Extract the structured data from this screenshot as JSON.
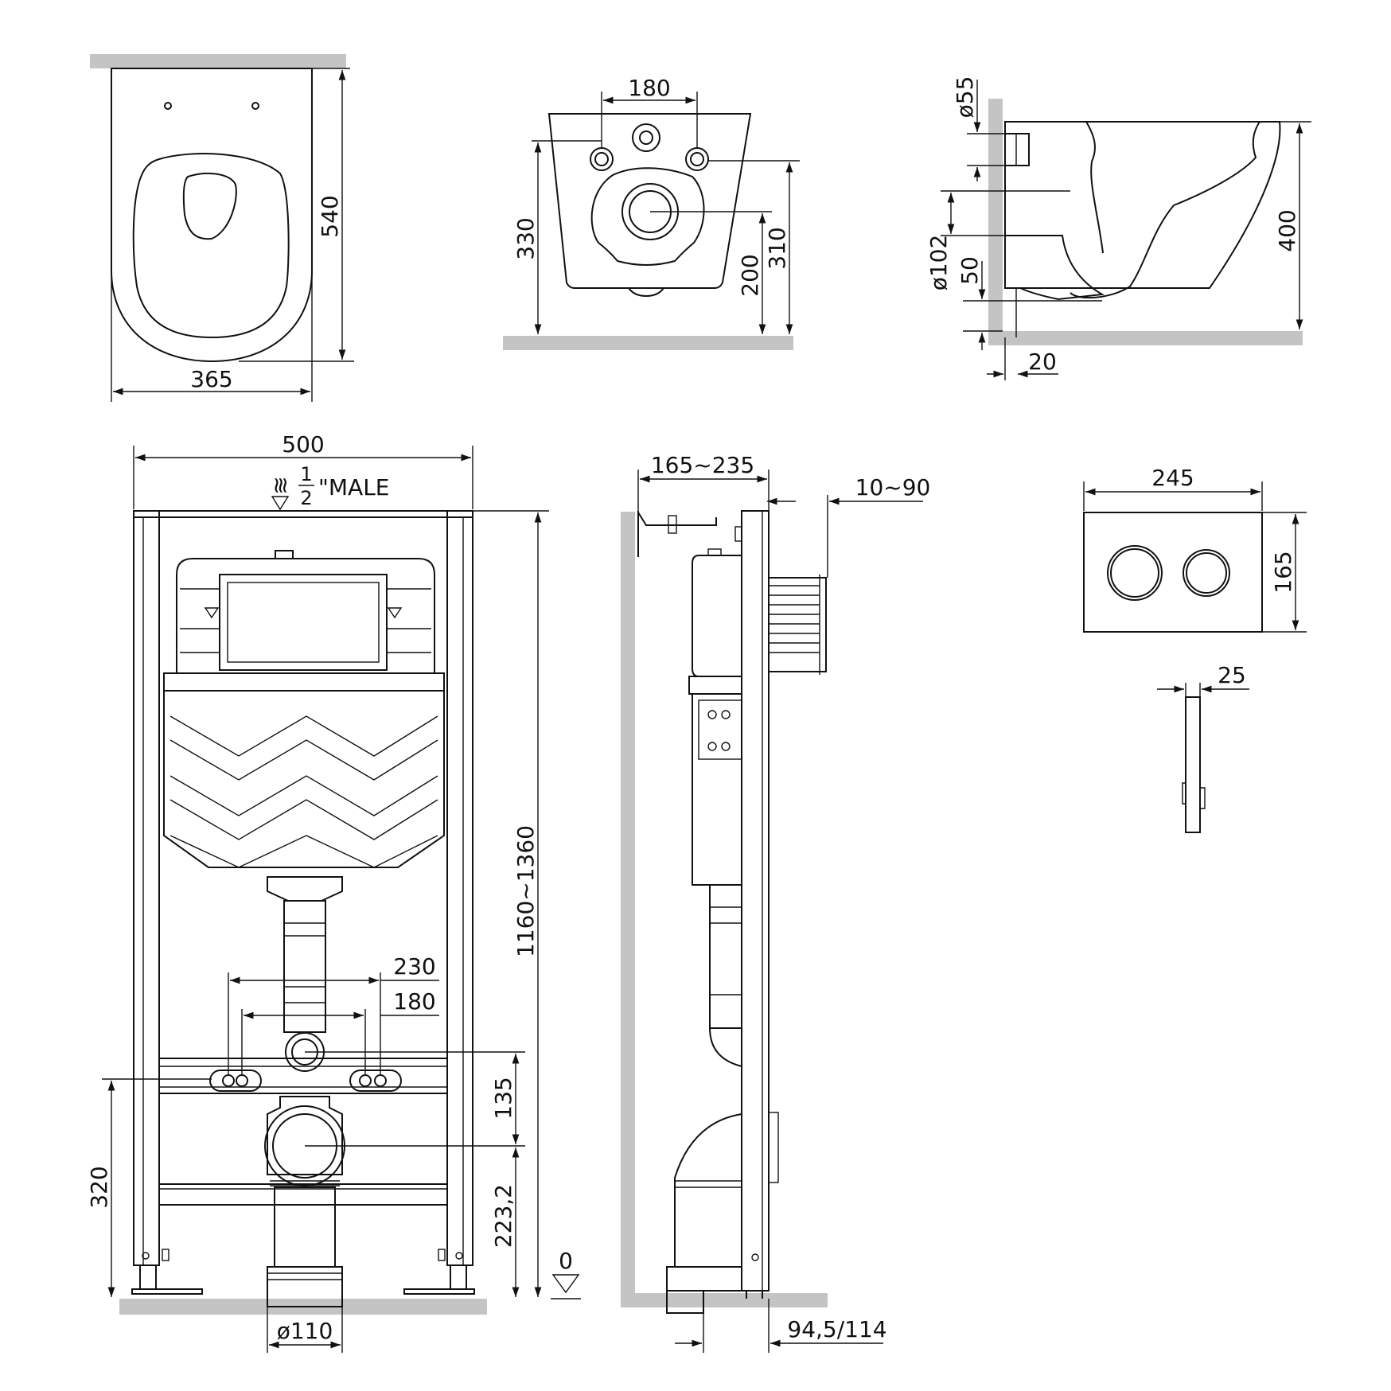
{
  "views": {
    "bowl_top": {
      "width": "365",
      "depth": "540"
    },
    "bowl_front": {
      "fixing_distance": "180",
      "fixing_height": "330",
      "outlet_height": "200",
      "height": "310"
    },
    "bowl_side": {
      "inlet_diameter": "ø55",
      "outlet_diameter": "ø102",
      "outlet_offset": "50",
      "wall_gap": "20",
      "height": "400"
    },
    "frame_front": {
      "width": "500",
      "supply_symbol": "≋",
      "supply_fraction_num": "1",
      "supply_fraction_den": "2",
      "supply_label": "\"MALE",
      "height_range": "1160~1360",
      "stud_spacing_outer": "230",
      "stud_spacing_inner": "180",
      "stud_to_outlet": "135",
      "outlet_height": "223,2",
      "stud_height": "320",
      "level_zero": "0",
      "drain_diameter": "ø110"
    },
    "frame_side": {
      "depth_range": "165~235",
      "wall_offset": "10~90",
      "drain_offset": "94,5/114"
    },
    "flush_plate": {
      "width": "245",
      "height": "165",
      "thickness": "25"
    }
  }
}
